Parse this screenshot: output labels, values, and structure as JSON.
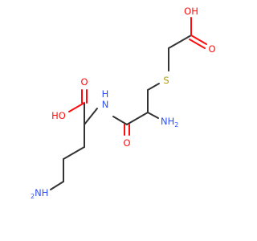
{
  "atom_labels": {
    "carboxyl_top_oh": "OH",
    "carboxyl_top_o": "O",
    "sulfur": "S",
    "carboxyl_left_o": "O",
    "carboxyl_left_ho": "HO",
    "amide_nh": "N",
    "amide_nh_h": "H",
    "alpha_amine": "NH",
    "alpha_amine_sub": "2",
    "amide_o": "O",
    "terminal_amine": "NH",
    "terminal_amine_sub": "2"
  },
  "colors": {
    "carbon_bond": "#333333",
    "oxygen": "#ff0d0d",
    "nitrogen": "#3050f8",
    "sulfur": "#b29a00"
  }
}
